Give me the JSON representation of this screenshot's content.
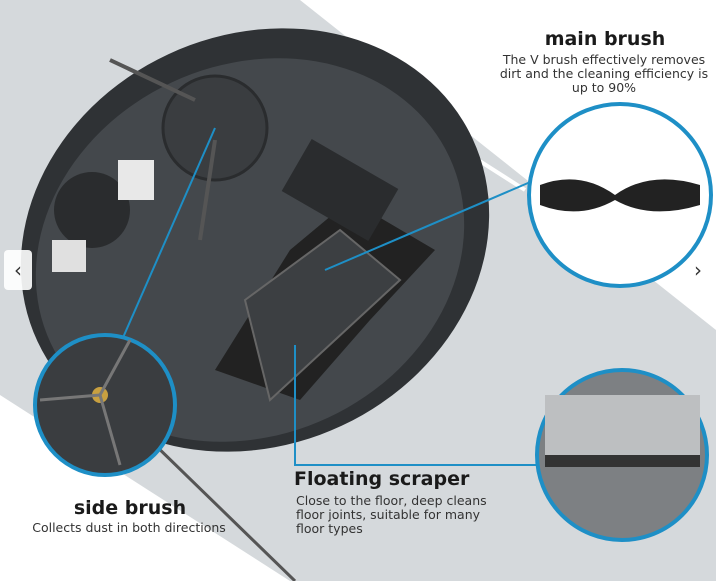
{
  "main_brush": {
    "title": "main brush",
    "desc": "The V brush effectively removes dirt and the cleaning efficiency is up to 90%"
  },
  "side_brush": {
    "title": "side brush",
    "desc": "Collects dust in both directions"
  },
  "scraper": {
    "title": "Floating scraper",
    "desc": "Close to the floor, deep cleans floor joints, suitable for many floor types"
  },
  "nav": {
    "prev": "‹",
    "next": "›"
  },
  "colors": {
    "accent": "#1e8fc6",
    "band": "#d5d9dc",
    "robot": "#3a3d40"
  }
}
